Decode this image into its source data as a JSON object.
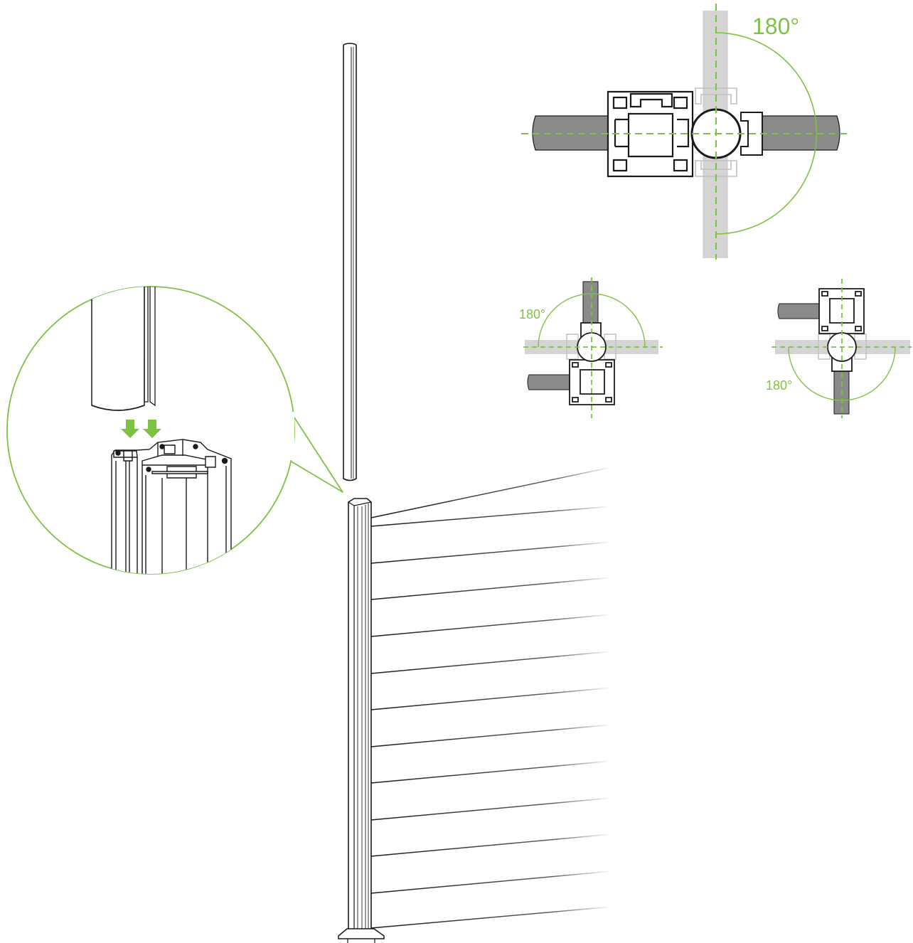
{
  "diagram": {
    "views": {
      "large": {
        "angle_label": "180°"
      },
      "small_left": {
        "angle_label": "180°"
      },
      "small_right": {
        "angle_label": "180°"
      }
    }
  },
  "colors": {
    "accent_green": "#7dc243",
    "line": "#1a1a1a",
    "panel_dark": "#8a8a8a",
    "panel_light": "#d4d4d4",
    "outline_light": "#c8c8c8"
  },
  "icons": [
    "down-arrow-icon",
    "down-arrow-icon"
  ]
}
